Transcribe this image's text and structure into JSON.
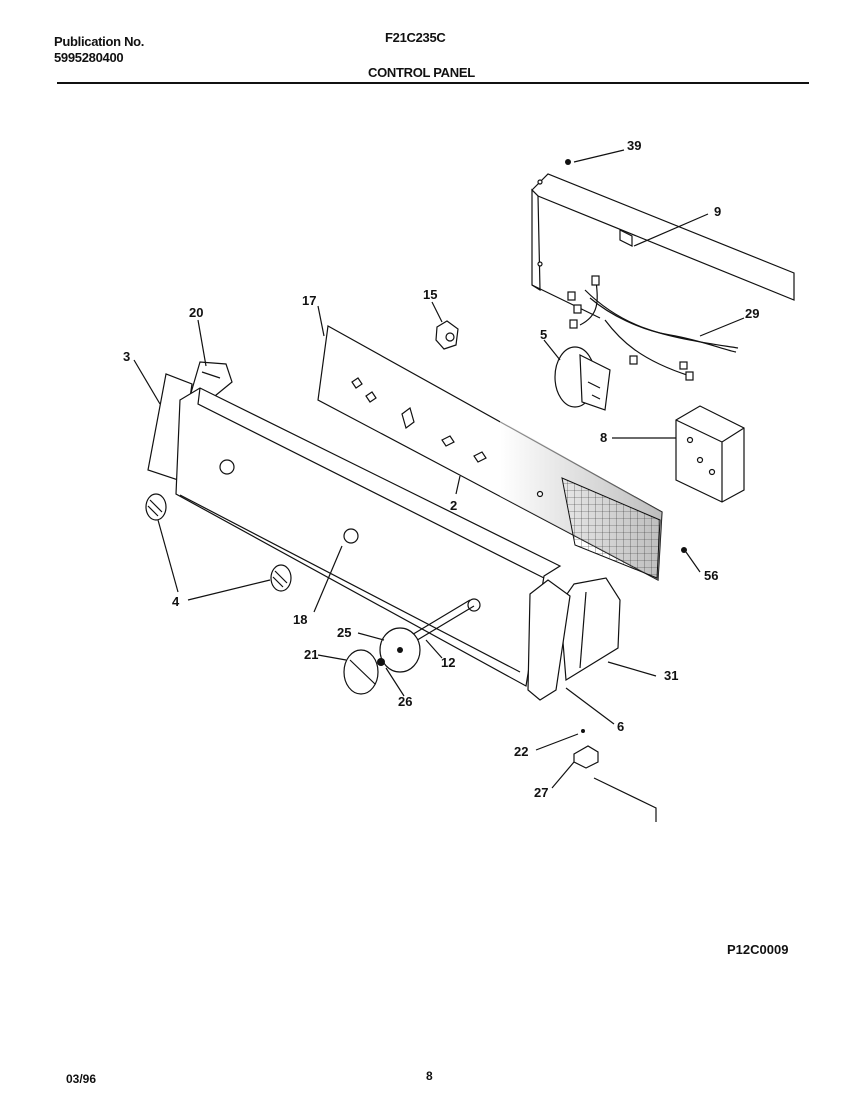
{
  "header": {
    "publication_label": "Publication No.",
    "publication_number": "5995280400",
    "model": "F21C235C",
    "section_title": "CONTROL PANEL"
  },
  "diagram": {
    "code": "P12C0009",
    "callouts": [
      "39",
      "9",
      "29",
      "15",
      "17",
      "20",
      "3",
      "5",
      "8",
      "2",
      "4",
      "56",
      "18",
      "25",
      "12",
      "21",
      "26",
      "31",
      "6",
      "22",
      "27"
    ]
  },
  "footer": {
    "date": "03/96",
    "page": "8"
  }
}
